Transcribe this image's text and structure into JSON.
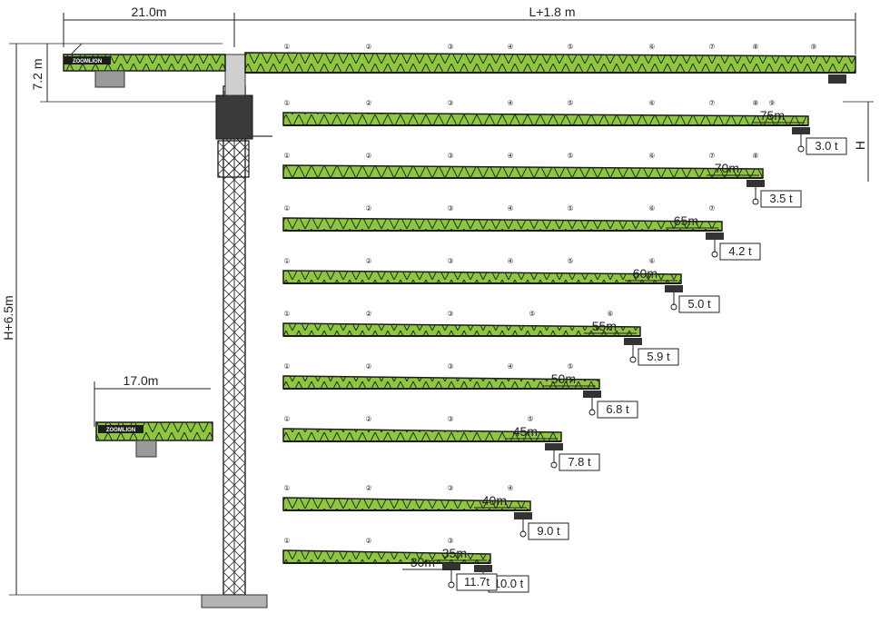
{
  "dimensions": {
    "counter_jib_length": "21.0m",
    "jib_total_length": "L+1.8 m",
    "top_height": "7.2 m",
    "total_height": "H+6.5m",
    "hook_height": "H",
    "lower_counter_jib_length": "17.0m"
  },
  "brand": "ZOOMLION",
  "jib_configurations": [
    {
      "length": "75m",
      "tip_load": "3.0 t",
      "sections": [
        "①",
        "②",
        "③",
        "④",
        "⑤",
        "⑥",
        "⑦",
        "⑧",
        "⑨"
      ]
    },
    {
      "length": "70m",
      "tip_load": "3.5 t",
      "sections": [
        "①",
        "②",
        "③",
        "④",
        "⑤",
        "⑥",
        "⑦",
        "⑧"
      ]
    },
    {
      "length": "65m",
      "tip_load": "4.2 t",
      "sections": [
        "①",
        "②",
        "③",
        "④",
        "⑤",
        "⑥",
        "⑦"
      ]
    },
    {
      "length": "60m",
      "tip_load": "5.0 t",
      "sections": [
        "①",
        "②",
        "③",
        "④",
        "⑤",
        "⑥"
      ]
    },
    {
      "length": "55m",
      "tip_load": "5.9 t",
      "sections": [
        "①",
        "②",
        "③",
        "⑤",
        "⑥"
      ]
    },
    {
      "length": "50m",
      "tip_load": "6.8 t",
      "sections": [
        "①",
        "②",
        "③",
        "④",
        "⑤"
      ]
    },
    {
      "length": "45m",
      "tip_load": "7.8 t",
      "sections": [
        "①",
        "②",
        "③",
        "⑤"
      ]
    },
    {
      "length": "40m",
      "tip_load": "9.0 t",
      "sections": [
        "①",
        "②",
        "③",
        "④"
      ]
    },
    {
      "length": "35m",
      "tip_load": "10.0 t",
      "sections": [
        "①",
        "②",
        "③"
      ]
    },
    {
      "length": "30m",
      "tip_load": "11.7t",
      "sections": []
    }
  ],
  "main_jib_sections": [
    "①",
    "②",
    "③",
    "④",
    "⑤",
    "⑥",
    "⑦",
    "⑧",
    "⑨"
  ],
  "colors": {
    "truss_green": "#8dc63f",
    "truss_dark": "#1c1c1c",
    "mast_grey": "#9a9a9a"
  }
}
